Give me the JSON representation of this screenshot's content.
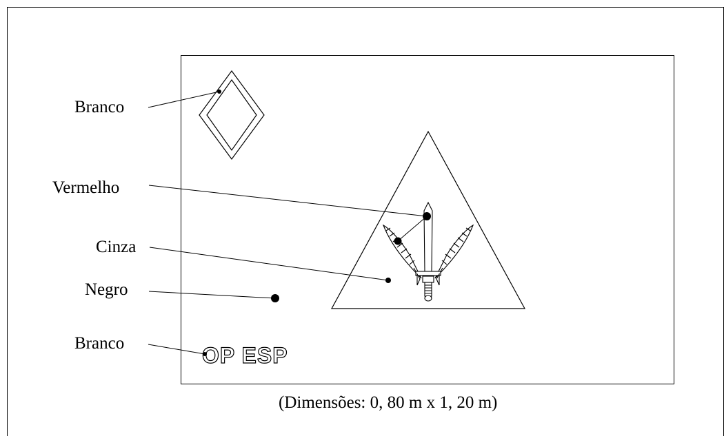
{
  "diagram": {
    "labels": {
      "branco_top": "Branco",
      "vermelho": "Vermelho",
      "cinza": "Cinza",
      "negro": "Negro",
      "branco_bottom": "Branco"
    },
    "flag_text": "OP ESP",
    "caption": "(Dimensões: 0, 80 m x 1, 20 m)",
    "colors": {
      "stroke": "#000000",
      "background": "#ffffff"
    }
  }
}
